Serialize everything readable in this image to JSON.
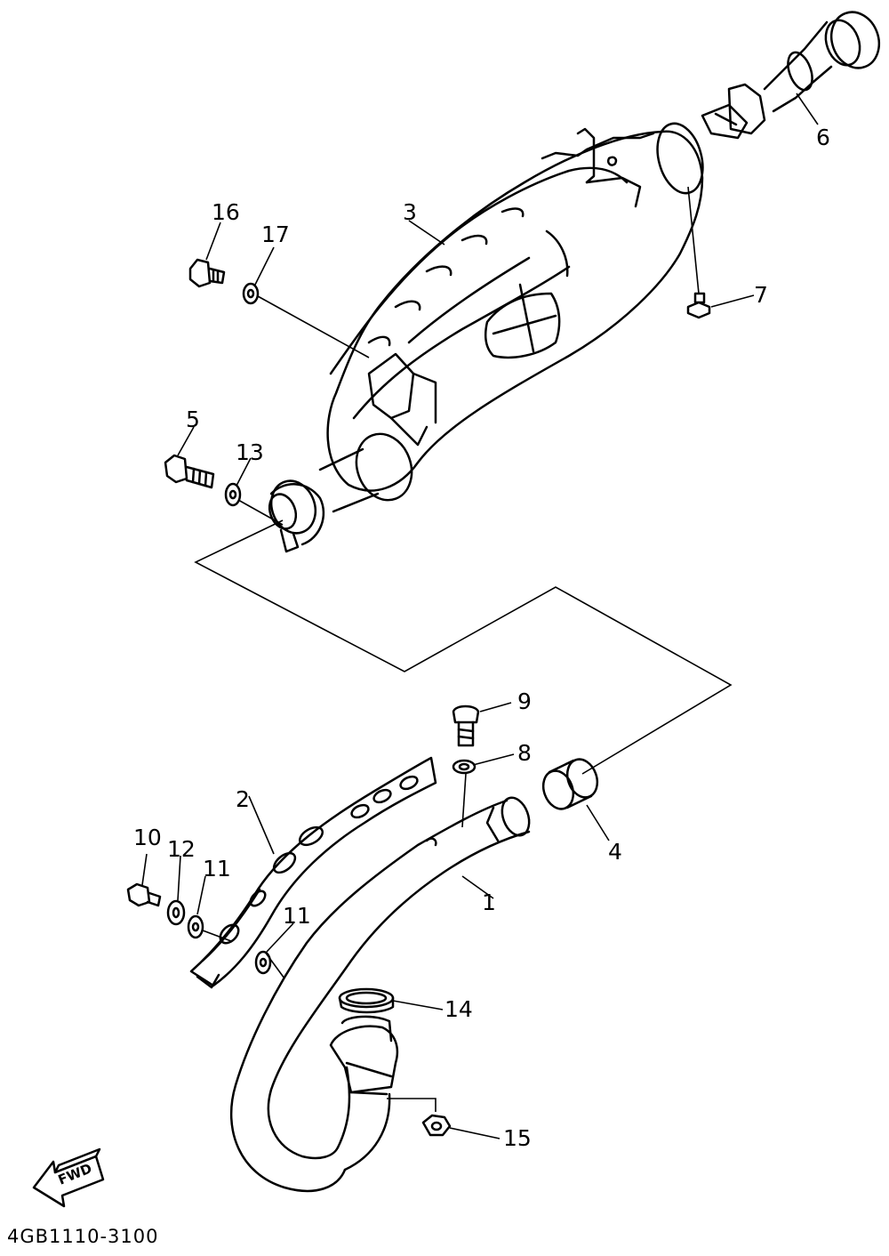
{
  "diagram": {
    "part_code": "4GB1110-3100",
    "fwd_label": "FWD",
    "callouts": {
      "c1": "1",
      "c2": "2",
      "c3": "3",
      "c4": "4",
      "c5": "5",
      "c6": "6",
      "c7": "7",
      "c8": "8",
      "c9": "9",
      "c10": "10",
      "c11a": "11",
      "c11b": "11",
      "c12": "12",
      "c13": "13",
      "c14": "14",
      "c15": "15",
      "c16": "16",
      "c17": "17"
    }
  }
}
